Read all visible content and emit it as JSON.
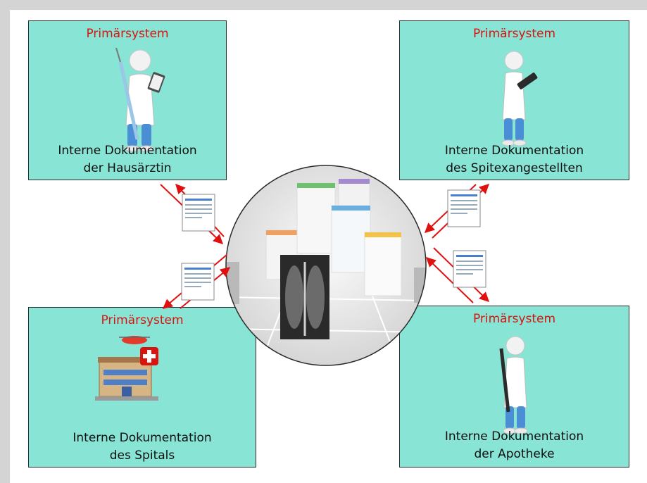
{
  "colors": {
    "box_fill": "#88e4d5",
    "title_color": "#d9140f",
    "arrow_color": "#e01010"
  },
  "boxes": {
    "top_left": {
      "title": "Primärsystem",
      "doc_line1": "Interne Dokumentation",
      "doc_line2": "der Hausärztin",
      "figure": "doctor-with-syringe-and-clipboard-icon"
    },
    "top_right": {
      "title": "Primärsystem",
      "doc_line1": "Interne Dokumentation",
      "doc_line2": "des Spitexangestellten",
      "figure": "nurse-with-tablet-icon"
    },
    "bottom_left": {
      "title": "Primärsystem",
      "doc_line1": "Interne Dokumentation",
      "doc_line2": "des Spitals",
      "figure": "hospital-building-icon"
    },
    "bottom_right": {
      "title": "Primärsystem",
      "doc_line1": "Interne Dokumentation",
      "doc_line2": "der Apotheke",
      "figure": "pharmacist-with-pen-icon"
    }
  },
  "center": {
    "figure": "shared-documents-and-xray-globe-icon"
  },
  "exchange_documents": {
    "figure": "form-document-icon"
  }
}
